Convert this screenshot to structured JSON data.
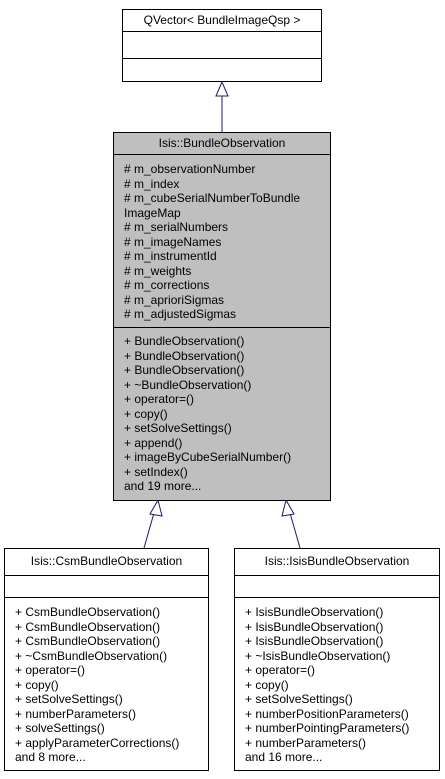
{
  "colors": {
    "highlight": "#bfbfbf",
    "edge": "#191970",
    "border": "#000000"
  },
  "nodes": {
    "qvector": {
      "title": "QVector< BundleImageQsp >",
      "attributes": [],
      "methods": []
    },
    "bundle": {
      "title": "Isis::BundleObservation",
      "attributes": [
        "# m_observationNumber",
        "# m_index",
        "# m_cubeSerialNumberToBundle",
        "ImageMap",
        "# m_serialNumbers",
        "# m_imageNames",
        "# m_instrumentId",
        "# m_weights",
        "# m_corrections",
        "# m_aprioriSigmas",
        "# m_adjustedSigmas"
      ],
      "methods": [
        "+ BundleObservation()",
        "+ BundleObservation()",
        "+ BundleObservation()",
        "+ ~BundleObservation()",
        "+ operator=()",
        "+ copy()",
        "+ setSolveSettings()",
        "+ append()",
        "+ imageByCubeSerialNumber()",
        "+ setIndex()",
        "and 19 more..."
      ]
    },
    "csm": {
      "title": "Isis::CsmBundleObservation",
      "attributes": [],
      "methods": [
        "+ CsmBundleObservation()",
        "+ CsmBundleObservation()",
        "+ CsmBundleObservation()",
        "+ ~CsmBundleObservation()",
        "+ operator=()",
        "+ copy()",
        "+ setSolveSettings()",
        "+ numberParameters()",
        "+ solveSettings()",
        "+ applyParameterCorrections()",
        "and 8 more..."
      ]
    },
    "isis": {
      "title": "Isis::IsisBundleObservation",
      "attributes": [],
      "methods": [
        "+ IsisBundleObservation()",
        "+ IsisBundleObservation()",
        "+ IsisBundleObservation()",
        "+ ~IsisBundleObservation()",
        "+ operator=()",
        "+ copy()",
        "+ setSolveSettings()",
        "+ numberPositionParameters()",
        "+ numberPointingParameters()",
        "+ numberParameters()",
        "and 16 more..."
      ]
    }
  }
}
